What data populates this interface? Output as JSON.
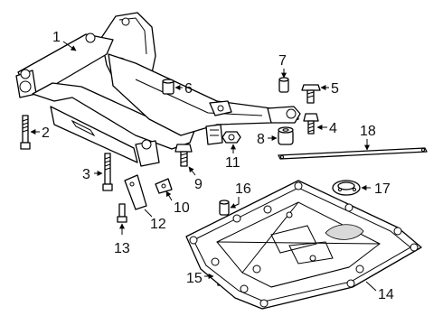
{
  "callouts": [
    {
      "id": "c1",
      "number": "1"
    },
    {
      "id": "c2",
      "number": "2"
    },
    {
      "id": "c3",
      "number": "3"
    },
    {
      "id": "c4",
      "number": "4"
    },
    {
      "id": "c5",
      "number": "5"
    },
    {
      "id": "c6",
      "number": "6"
    },
    {
      "id": "c7",
      "number": "7"
    },
    {
      "id": "c8",
      "number": "8"
    },
    {
      "id": "c9",
      "number": "9"
    },
    {
      "id": "c10",
      "number": "10"
    },
    {
      "id": "c11",
      "number": "11"
    },
    {
      "id": "c12",
      "number": "12"
    },
    {
      "id": "c13",
      "number": "13"
    },
    {
      "id": "c14",
      "number": "14"
    },
    {
      "id": "c15",
      "number": "15"
    },
    {
      "id": "c16",
      "number": "16"
    },
    {
      "id": "c17",
      "number": "17"
    },
    {
      "id": "c18",
      "number": "18"
    }
  ]
}
